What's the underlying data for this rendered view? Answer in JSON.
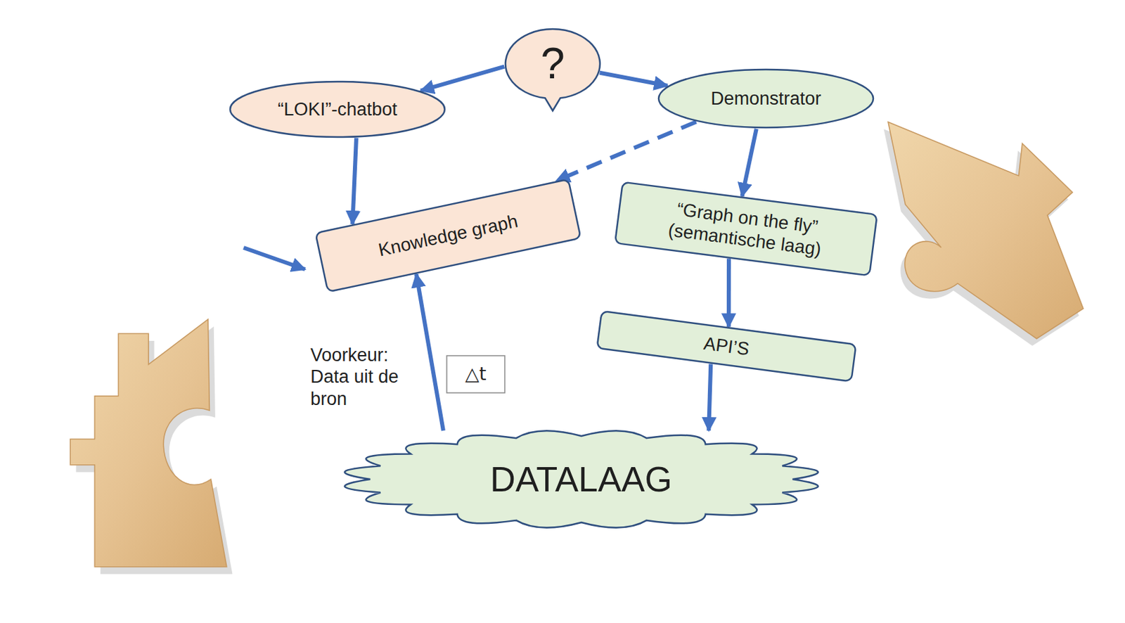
{
  "diagram": {
    "nodes": [
      {
        "text": [
          "?"
        ]
      },
      {
        "text": [
          "“LOKI”-chatbot"
        ]
      },
      {
        "text": [
          "Demonstrator"
        ]
      },
      {
        "text": [
          "Knowledge graph"
        ]
      },
      {
        "text": [
          "“Graph on the fly” (semantische laag)"
        ]
      },
      {
        "text": [
          "API’S"
        ]
      },
      {
        "text": [
          "△t"
        ]
      },
      {
        "text": [
          "DATALAAG"
        ]
      }
    ],
    "edges": [
      {
        "from": 0,
        "to": 1,
        "arrow": "to"
      },
      {
        "from": 0,
        "to": 2,
        "arrow": "to"
      },
      {
        "from": 1,
        "to": 3,
        "arrow": "to"
      },
      {
        "from": 2,
        "to": 3,
        "arrow": "to"
      },
      {
        "from": 2,
        "to": 4,
        "arrow": "to"
      },
      {
        "from": 4,
        "to": 5,
        "arrow": "to"
      },
      {
        "from": 5,
        "to": 7,
        "arrow": "to"
      },
      {
        "from": 7,
        "to": 3,
        "label": "Voorkeur: Data uit de bron",
        "arrow": "to"
      }
    ]
  }
}
